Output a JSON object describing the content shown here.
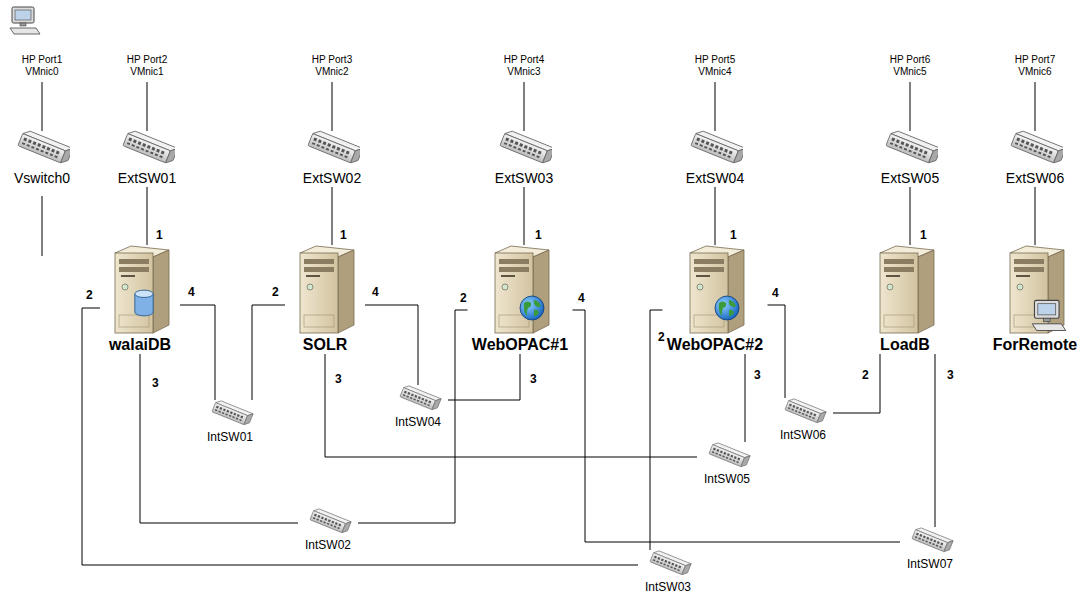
{
  "diagram": {
    "nodes": [
      {
        "text": [
          "Vswitch0"
        ]
      },
      {
        "text": [
          "ExtSW01"
        ]
      },
      {
        "text": [
          "ExtSW02"
        ]
      },
      {
        "text": [
          "ExtSW03"
        ]
      },
      {
        "text": [
          "ExtSW04"
        ]
      },
      {
        "text": [
          "ExtSW05"
        ]
      },
      {
        "text": [
          "ExtSW06"
        ]
      },
      {
        "text": [
          "walaiDB"
        ]
      },
      {
        "text": [
          "SOLR"
        ]
      },
      {
        "text": [
          "WebOPAC#1"
        ]
      },
      {
        "text": [
          "WebOPAC#2"
        ]
      },
      {
        "text": [
          "LoadB"
        ]
      },
      {
        "text": [
          "ForRemote"
        ]
      },
      {
        "text": [
          "IntSW01"
        ]
      },
      {
        "text": [
          "IntSW04"
        ]
      },
      {
        "text": [
          "IntSW06"
        ]
      },
      {
        "text": [
          "IntSW05"
        ]
      },
      {
        "text": [
          "IntSW02"
        ]
      },
      {
        "text": [
          "IntSW07"
        ]
      },
      {
        "text": [
          "IntSW03"
        ]
      }
    ],
    "edges": [
      {
        "from": 1,
        "to": 7,
        "arrow": "none"
      },
      {
        "from": 2,
        "to": 8,
        "arrow": "none"
      },
      {
        "from": 3,
        "to": 9,
        "arrow": "none"
      },
      {
        "from": 4,
        "to": 10,
        "arrow": "none"
      },
      {
        "from": 5,
        "to": 11,
        "arrow": "none"
      },
      {
        "from": 6,
        "to": 12,
        "arrow": "none"
      },
      {
        "from": 7,
        "to": 13,
        "arrow": "none"
      },
      {
        "from": 8,
        "to": 13,
        "arrow": "none"
      },
      {
        "from": 7,
        "to": 17,
        "arrow": "none"
      },
      {
        "from": 9,
        "to": 17,
        "arrow": "none"
      },
      {
        "from": 7,
        "to": 19,
        "arrow": "none"
      },
      {
        "from": 10,
        "to": 19,
        "arrow": "none"
      },
      {
        "from": 8,
        "to": 14,
        "arrow": "none"
      },
      {
        "from": 9,
        "to": 14,
        "arrow": "none"
      },
      {
        "from": 8,
        "to": 16,
        "arrow": "none"
      },
      {
        "from": 10,
        "to": 16,
        "arrow": "none"
      },
      {
        "from": 10,
        "to": 15,
        "arrow": "none"
      },
      {
        "from": 11,
        "to": 15,
        "arrow": "none"
      },
      {
        "from": 9,
        "to": 18,
        "arrow": "none"
      },
      {
        "from": 11,
        "to": 18,
        "arrow": "none"
      }
    ],
    "labels": [
      "HP Port1 VMnic0",
      "HP Port2 VMnic1",
      "HP Port3 VMnic2",
      "HP Port4 VMnic3",
      "HP Port5 VMnic4",
      "HP Port6 VMnic5",
      "HP Port7 VMnic6",
      "1",
      "2",
      "4",
      "3",
      "1",
      "2",
      "4",
      "3",
      "1",
      "2",
      "4",
      "3",
      "1",
      "4",
      "2",
      "3",
      "1",
      "2",
      "3"
    ]
  }
}
